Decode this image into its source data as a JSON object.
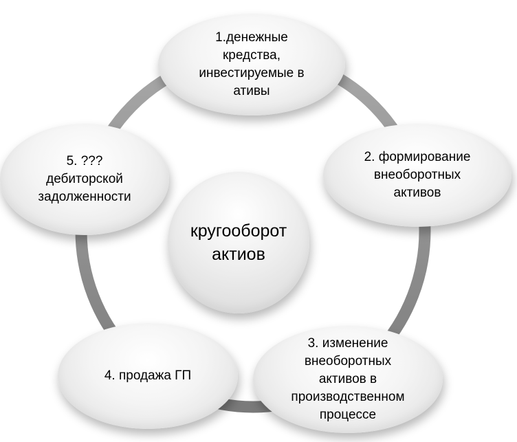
{
  "center": {
    "label": "кругооборот\nактиов"
  },
  "stages": [
    {
      "label": "1.денежные\nкредства,\nинвестируемые в\nативы"
    },
    {
      "label": "2. формирование\nвнеоборотных\nактивов"
    },
    {
      "label": "3. изменение\nвнеоборотных\nактивов в\nпроизводственном\nпроцессе"
    },
    {
      "label": "4. продажа ГП"
    },
    {
      "label": "5. ???\nдебиторской\nзадолженности"
    }
  ],
  "colors": {
    "ring": "#8c8c8c",
    "node_fill": "#f2f2f2",
    "text": "#000000"
  }
}
